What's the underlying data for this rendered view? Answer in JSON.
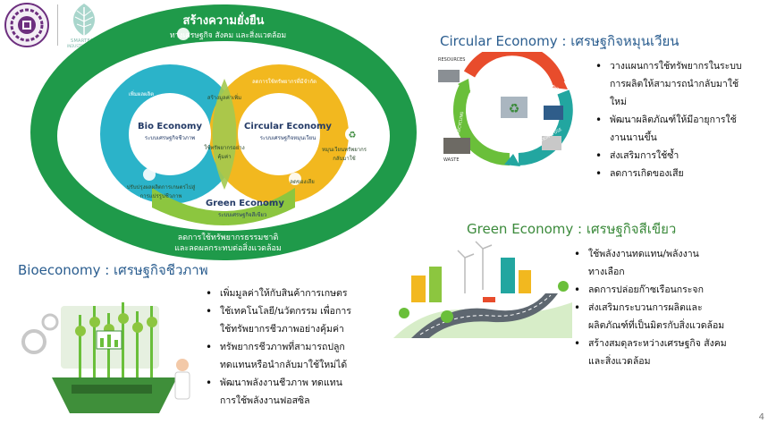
{
  "logos": {
    "org_seal_text": "",
    "smarteco_line1": "SMARTECO",
    "smarteco_line2": "INDUSTRIAL TOWN"
  },
  "diagram": {
    "title": "สร้างความยั่งยืน",
    "subtitle": "ทางเศรษฐกิจ สังคม และสิ่งแวดล้อม",
    "bottom_line1": "ลดการใช้ทรัพยากรธรรมชาติ",
    "bottom_line2": "และลดผลกระทบต่อสิ่งแวดล้อม",
    "bio_title": "Bio Economy",
    "bio_subtitle": "ระบบเศรษฐกิจชีวภาพ",
    "circular_title": "Circular Economy",
    "circular_subtitle": "ระบบเศรษฐกิจหมุนเวียน",
    "green_title": "Green Economy",
    "green_subtitle": "ระบบเศรษฐกิจสีเขียว",
    "labels": {
      "bio_top": "เพิ่มผลผลิต",
      "bio_bottom": "ปรับปรุงผลผลิตการเกษตรไปสู่การแปรรูปชีวภาพ",
      "center_top": "สร้างมูลค่าเพิ่ม",
      "center_mid": "ใช้ทรัพยากรอย่างคุ้มค่า",
      "circ_top": "ลดการใช้ทรัพยากรที่มีจำกัด",
      "circ_right": "หมุนเวียนทรัพยากรกลับมาใช้",
      "circ_bottom": "ลดของเสีย"
    },
    "colors": {
      "outer_ring": "#1f9a4a",
      "bio_ring": "#2bb3c9",
      "circular_ring": "#f2b81f",
      "green_ring": "#8cc63f"
    }
  },
  "circular": {
    "title": "Circular Economy : เศรษฐกิจหมุนเวียน",
    "image_labels": {
      "resources": "RESOURCES",
      "manufacturing": "MANUFACTURING",
      "recycling": "RECYCLING",
      "consumption": "CONSUMPTION & USE",
      "waste": "WASTE"
    },
    "bullets": [
      "วางแผนการใช้ทรัพยากรในระบบ",
      "การผลิตให้สามารถนำกลับมาใช้",
      "ใหม่",
      "พัฒนาผลิตภัณฑ์ให้มีอายุการใช้",
      "งานนานขึ้น",
      "ส่งเสริมการใช้ซ้ำ",
      "ลดการเกิดของเสีย"
    ]
  },
  "green": {
    "title": "Green Economy : เศรษฐกิจสีเขียว",
    "bullets": [
      "ใช้พลังงานทดแทน/พลังงาน",
      "ทางเลือก",
      "ลดการปล่อยก๊าซเรือนกระจก",
      "ส่งเสริมกระบวนการผลิตและ",
      "ผลิตภัณฑ์ที่เป็นมิตรกับสิ่งแวดล้อม",
      "สร้างสมดุลระหว่างเศรษฐกิจ สังคม",
      "และสิ่งแวดล้อม"
    ]
  },
  "bio": {
    "title": "Bioeconomy : เศรษฐกิจชีวภาพ",
    "bullets": [
      "เพิ่มมูลค่าให้กับสินค้าการเกษตร",
      "ใช้เทคโนโลยี/นวัตกรรม เพื่อการ",
      "ใช้ทรัพยากรชีวภาพอย่างคุ้มค่า",
      "ทรัพยากรชีวภาพที่สามารถปลูก",
      "ทดแทนหรือนำกลับมาใช้ใหม่ได้",
      "พัฒนาพลังงานชีวภาพ ทดแทน",
      "การใช้พลังงานฟอสซิล"
    ]
  },
  "page_number": "4"
}
